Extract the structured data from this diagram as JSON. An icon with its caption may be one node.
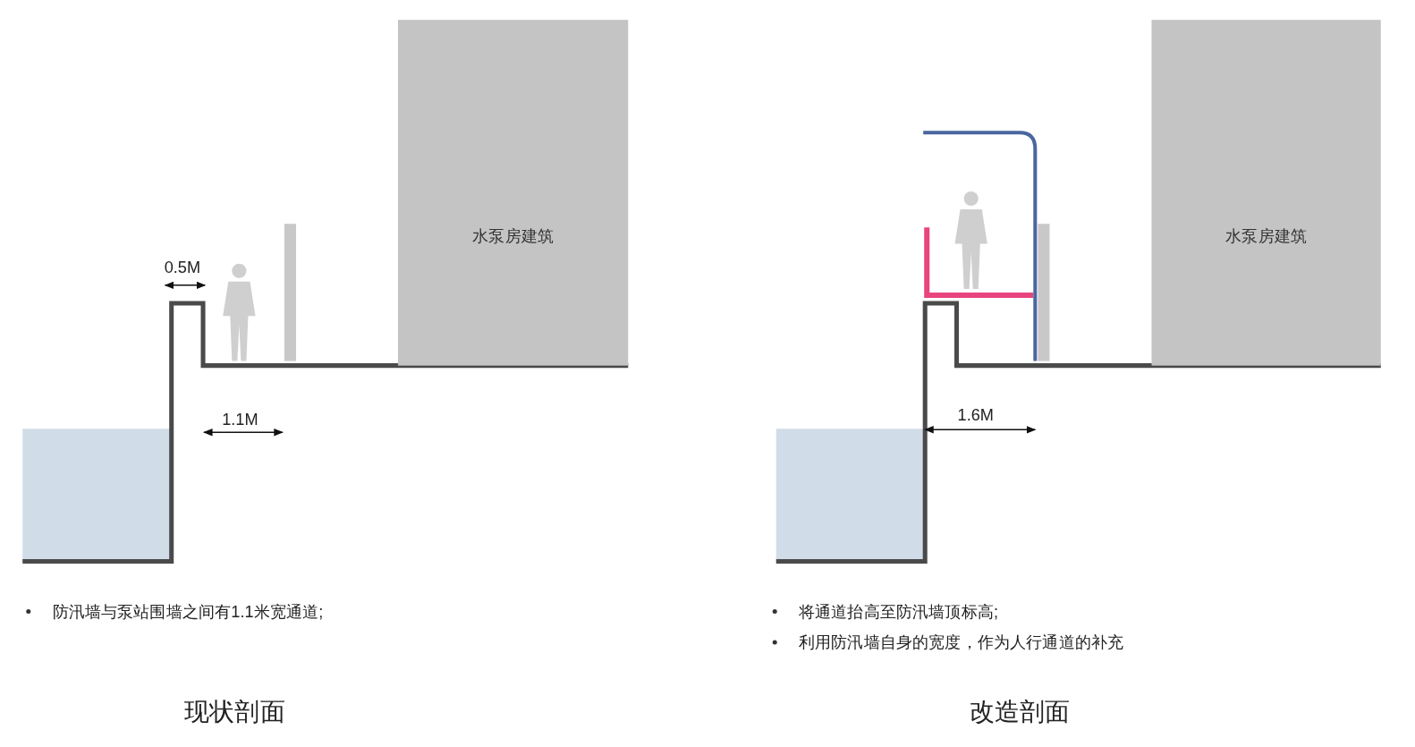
{
  "diagram": {
    "nodes": [
      {
        "text": [
          "水泵房建筑"
        ]
      },
      {
        "text": [
          "水泵房建筑"
        ]
      }
    ],
    "labels": [
      "0.5M",
      "1.1M",
      "防汛墙与泵站围墙之间有1.1米宽通道;",
      "现状剖面",
      "1.6M",
      "将通道抬高至防汛墙顶标高;",
      "利用防汛墙自身的宽度，作为人行通道的补充",
      "改造剖面"
    ]
  }
}
